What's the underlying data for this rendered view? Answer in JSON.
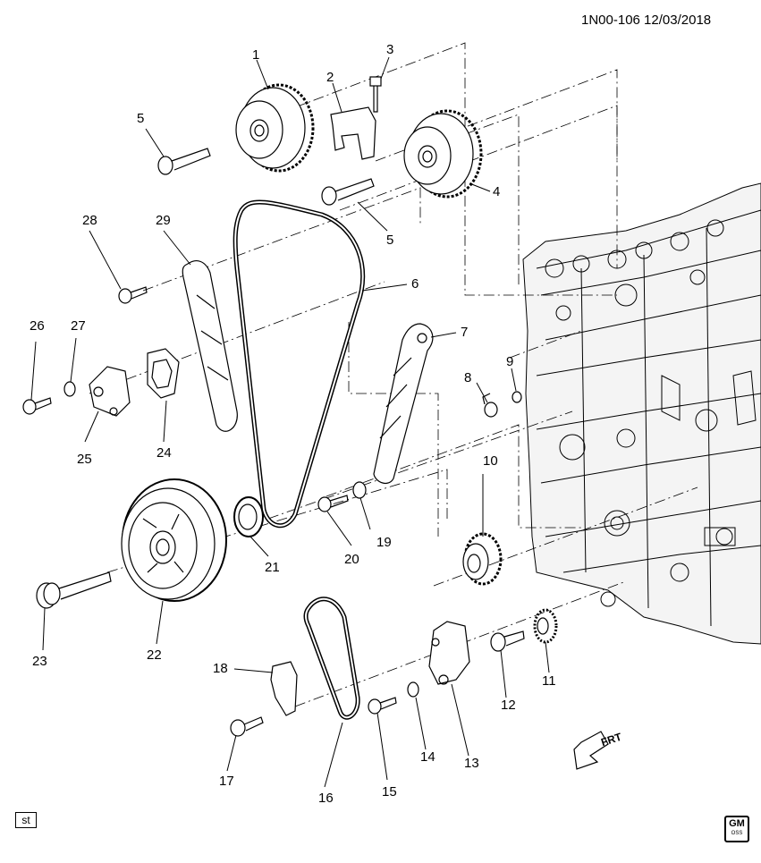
{
  "header": {
    "doc_ref": "1N00-106  12/03/2018"
  },
  "footer": {
    "st_label": "st",
    "logo_text": "GM",
    "logo_sub": "OSS"
  },
  "fwd_label": "FRT",
  "callouts": [
    {
      "id": "c1",
      "n": "1"
    },
    {
      "id": "c2",
      "n": "2"
    },
    {
      "id": "c3",
      "n": "3"
    },
    {
      "id": "c4",
      "n": "4"
    },
    {
      "id": "c5a",
      "n": "5"
    },
    {
      "id": "c5b",
      "n": "5"
    },
    {
      "id": "c6",
      "n": "6"
    },
    {
      "id": "c7",
      "n": "7"
    },
    {
      "id": "c8",
      "n": "8"
    },
    {
      "id": "c9",
      "n": "9"
    },
    {
      "id": "c10",
      "n": "10"
    },
    {
      "id": "c11",
      "n": "11"
    },
    {
      "id": "c12",
      "n": "12"
    },
    {
      "id": "c13",
      "n": "13"
    },
    {
      "id": "c14",
      "n": "14"
    },
    {
      "id": "c15",
      "n": "15"
    },
    {
      "id": "c16",
      "n": "16"
    },
    {
      "id": "c17",
      "n": "17"
    },
    {
      "id": "c18",
      "n": "18"
    },
    {
      "id": "c19",
      "n": "19"
    },
    {
      "id": "c20",
      "n": "20"
    },
    {
      "id": "c21",
      "n": "21"
    },
    {
      "id": "c22",
      "n": "22"
    },
    {
      "id": "c23",
      "n": "23"
    },
    {
      "id": "c24",
      "n": "24"
    },
    {
      "id": "c25",
      "n": "25"
    },
    {
      "id": "c26",
      "n": "26"
    },
    {
      "id": "c27",
      "n": "27"
    },
    {
      "id": "c28",
      "n": "28"
    },
    {
      "id": "c29",
      "n": "29"
    }
  ]
}
